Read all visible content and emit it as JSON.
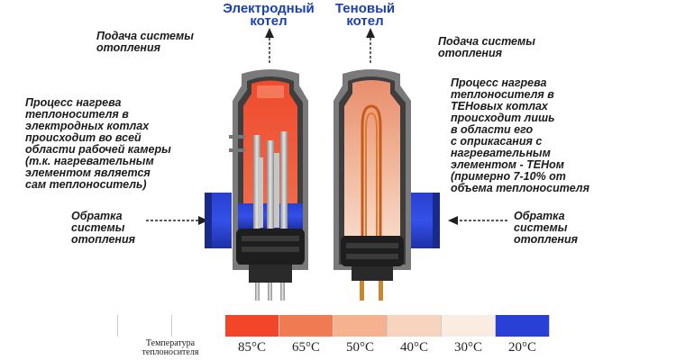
{
  "titles": {
    "electrode": [
      "Электродный",
      "котел"
    ],
    "ten": [
      "Теновый",
      "котел"
    ]
  },
  "left": {
    "supply": [
      "Подача системы",
      "отопления"
    ],
    "process": [
      "Процесс нагрева",
      "теплоносителя в",
      "электродных котлах",
      "происходит во всей",
      "области рабочей камеры",
      "(т.к. нагревательным",
      "элементом является",
      "сам теплоноситель)"
    ],
    "return": [
      "Обратка",
      "системы",
      "отопления"
    ]
  },
  "right": {
    "supply": [
      "Подача системы",
      "отопления"
    ],
    "process": [
      "Процесс нагрева",
      "теплоносителя в",
      "ТЕНовых котлах",
      "происходит лишь",
      "в области его",
      "с оприкасания с",
      "нагревательным",
      "элементом - ТЕНом",
      "(примерно 7-10% от",
      "объема теплоносителя"
    ],
    "return": [
      "Обратка",
      "системы",
      "отопления"
    ]
  },
  "scale": {
    "caption": [
      "Температура",
      "теплоносителя"
    ],
    "labels": [
      "85°C",
      "65°C",
      "50°C",
      "40°C",
      "30°C",
      "20°C"
    ],
    "colors": [
      "#f2452a",
      "#f07a52",
      "#f6b28f",
      "#f8d3bd",
      "#fbece2",
      "#2840d6"
    ]
  },
  "colors": {
    "title": "#1a3fb0",
    "hot": "#f2452a",
    "cold": "#2840d6",
    "body": "#2b2b2b"
  }
}
